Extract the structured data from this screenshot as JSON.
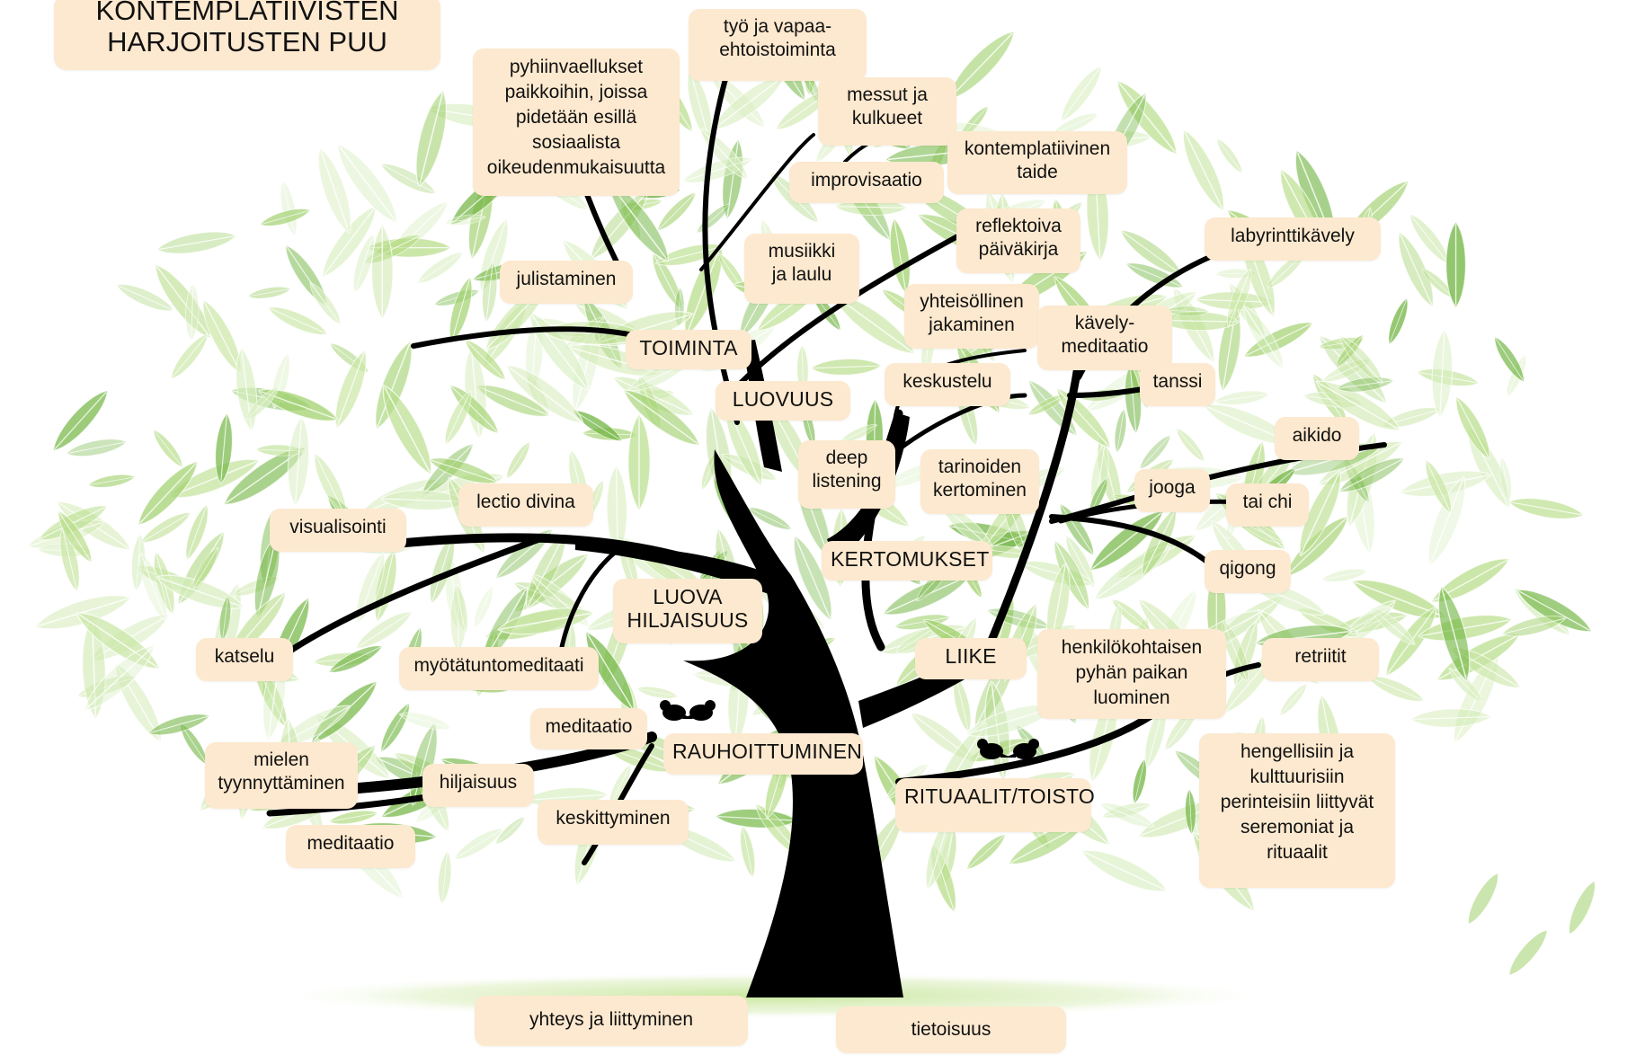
{
  "title": {
    "line1": "KONTEMPLATIIVISTEN",
    "line2": "HARJOITUSTEN PUU"
  },
  "colors": {
    "leaf_light": "#c9e6a4",
    "leaf_mid": "#9fd06b",
    "leaf_dark": "#6fb43f",
    "label_bg": "#fde9cf",
    "trunk": "#000000",
    "ground": "#cfe9a8"
  },
  "categories": {
    "toiminta": "TOIMINTA",
    "luovuus": "LUOVUUS",
    "kertomukset": "KERTOMUKSET",
    "luova_hiljaisuus": [
      "LUOVA",
      "HILJAISUUS"
    ],
    "liike": "LIIKE",
    "rauhoittuminen": "RAUHOITTUMINEN",
    "rituaalit": "RITUAALIT/TOISTO"
  },
  "practices": {
    "pyhiinvaellukset": [
      "pyhiinvaellukset",
      "paikkoihin, joissa",
      "pidetään esillä",
      "sosiaalista",
      "oikeudenmukaisuutta"
    ],
    "tyo": [
      "työ ja vapaa-",
      "ehtoistoiminta"
    ],
    "messut": [
      "messut ja",
      "kulkueet"
    ],
    "improvisaatio": "improvisaatio",
    "kontemplatiivinen_taide": [
      "kontemplatiivinen",
      "taide"
    ],
    "reflektoiva": [
      "reflektoiva",
      "päiväkirja"
    ],
    "musiikki": [
      "musiikki",
      "ja laulu"
    ],
    "julistaminen": "julistaminen",
    "labyrinttikavely": "labyrinttikävely",
    "yhteisollinen": [
      "yhteisöllinen",
      "jakaminen"
    ],
    "kavelymeditaatio": [
      "kävely-",
      "meditaatio"
    ],
    "keskustelu": "keskustelu",
    "tanssi": "tanssi",
    "aikido": "aikido",
    "deep_listening": [
      "deep",
      "listening"
    ],
    "tarinoiden": [
      "tarinoiden",
      "kertominen"
    ],
    "jooga": "jooga",
    "tai_chi": "tai chi",
    "lectio": "lectio divina",
    "visualisointi": "visualisointi",
    "qigong": "qigong",
    "katselu": "katselu",
    "myotatunto": "myötätuntomeditaati",
    "henkilokohtaisen": [
      "henkilökohtaisen",
      "pyhän paikan",
      "luominen"
    ],
    "retriitit": "retriitit",
    "meditaatio_upper": "meditaatio",
    "mielen": [
      "mielen",
      "tyynnyttäminen"
    ],
    "hiljaisuus": "hiljaisuus",
    "hengellisiin": [
      "hengellisiin ja",
      "kulttuurisiin",
      "perinteisiin liittyvät",
      "seremoniat ja",
      "rituaalit"
    ],
    "keskittyminen": "keskittyminen",
    "meditaatio_lower": "meditaatio",
    "yhteys": "yhteys ja liittyminen",
    "tietoisuus": "tietoisuus"
  }
}
